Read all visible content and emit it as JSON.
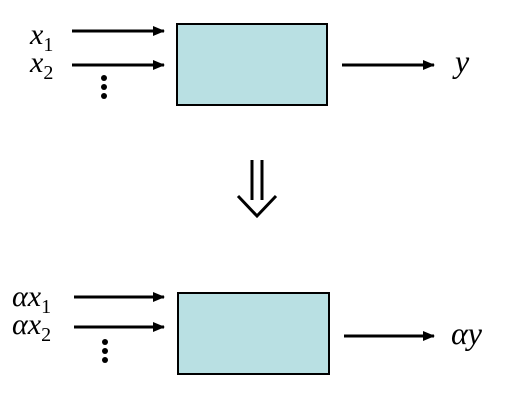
{
  "colors": {
    "box_fill": "#b9e0e3",
    "box_stroke": "#000000",
    "arrow": "#000000"
  },
  "top_system": {
    "input_1": {
      "var": "x",
      "sub": "1"
    },
    "input_2": {
      "var": "x",
      "sub": "2"
    },
    "dots": "⋮",
    "output": "y"
  },
  "transition_arrow": "⇓",
  "bottom_system": {
    "input_1": {
      "scale": "α",
      "var": "x",
      "sub": "1"
    },
    "input_2": {
      "scale": "α",
      "var": "x",
      "sub": "2"
    },
    "dots": "⋮",
    "output": {
      "scale": "α",
      "var": "y"
    }
  }
}
